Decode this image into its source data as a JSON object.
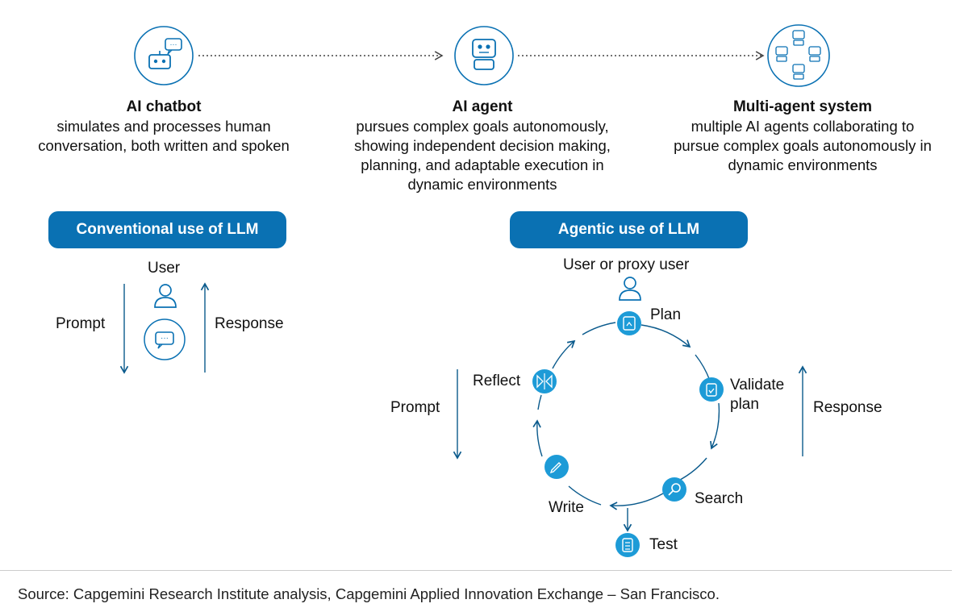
{
  "tiers": [
    {
      "title": "AI chatbot",
      "lines": [
        "simulates and processes human",
        "conversation, both written and spoken"
      ]
    },
    {
      "title": "AI agent",
      "lines": [
        "pursues complex goals autonomously,",
        "showing independent decision making,",
        "planning, and adaptable execution in",
        "dynamic environments"
      ]
    },
    {
      "title": "Multi-agent system",
      "lines": [
        "multiple AI agents collaborating to",
        "pursue complex goals autonomously in",
        "dynamic environments"
      ]
    }
  ],
  "conventional": {
    "title": "Conventional use of LLM",
    "user_label": "User",
    "prompt_label": "Prompt",
    "response_label": "Response"
  },
  "agentic": {
    "title": "Agentic use of LLM",
    "user_label": "User or proxy user",
    "prompt_label": "Prompt",
    "response_label": "Response",
    "steps": {
      "plan": "Plan",
      "validate_1": "Validate",
      "validate_2": "plan",
      "search": "Search",
      "test": "Test",
      "write": "Write",
      "reflect": "Reflect"
    }
  },
  "source": "Source: Capgemini Research Institute analysis, Capgemini Applied Innovation Exchange – San Francisco.",
  "colors": {
    "brand_blue": "#0a71b3",
    "icon_blue": "#1d9bd7",
    "line": "#0a5a8c"
  },
  "icons": [
    "chatbot-icon",
    "robot-icon",
    "multi-agent-icon",
    "user-icon",
    "chat-bubble-icon",
    "plan-icon",
    "validate-icon",
    "search-icon",
    "test-icon",
    "write-icon",
    "reflect-icon"
  ]
}
